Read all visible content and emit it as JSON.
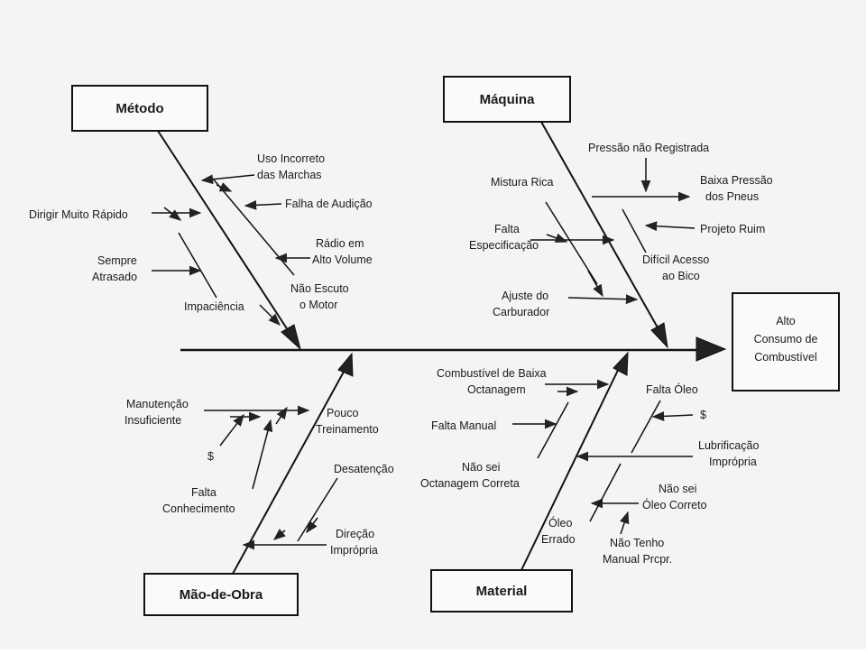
{
  "categories": {
    "metodo": "Método",
    "maquina": "Máquina",
    "mao_de_obra": "Mão-de-Obra",
    "material": "Material"
  },
  "effect": [
    "Alto",
    "Consumo de",
    "Combustível"
  ],
  "causes": {
    "metodo": {
      "uso_incorreto": [
        "Uso Incorreto",
        "das Marchas"
      ],
      "falha_audicao": "Falha de Audição",
      "dirigir_rapido": "Dirigir Muito Rápido",
      "radio": [
        "Rádio em",
        "Alto Volume"
      ],
      "sempre_atrasado": [
        "Sempre",
        "Atrasado"
      ],
      "nao_escuto": [
        "Não Escuto",
        "o Motor"
      ],
      "impaciencia": "Impaciência"
    },
    "maquina": {
      "pressao_nao_registrada": "Pressão não Registrada",
      "mistura_rica": "Mistura Rica",
      "baixa_pressao": [
        "Baixa Pressão",
        "dos Pneus"
      ],
      "projeto_ruim": "Projeto Ruim",
      "falta_especificacao": [
        "Falta",
        "Especificação"
      ],
      "dificil_acesso": [
        "Difícil Acesso",
        "ao Bico"
      ],
      "ajuste_carburador": [
        "Ajuste do",
        "Carburador"
      ]
    },
    "mao_de_obra": {
      "manutencao": [
        "Manutenção",
        "Insuficiente"
      ],
      "pouco_treinamento": [
        "Pouco",
        "Treinamento"
      ],
      "dollar": "$",
      "desatencao": "Desatenção",
      "falta_conhecimento": [
        "Falta",
        "Conhecimento"
      ],
      "direcao_impropria": [
        "Direção",
        "Imprópria"
      ]
    },
    "material": {
      "combustivel_baixa": [
        "Combustível de Baixa",
        "Octanagem"
      ],
      "falta_oleo": "Falta Óleo",
      "dollar": "$",
      "falta_manual": "Falta Manual",
      "lubrificacao": [
        "Lubrificação",
        "Imprópria"
      ],
      "nao_sei_octanagem": [
        "Não sei",
        "Octanagem Correta"
      ],
      "nao_sei_oleo": [
        "Não sei",
        "Óleo Correto"
      ],
      "oleo_errado": [
        "Óleo",
        "Errado"
      ],
      "nao_tenho_manual": [
        "Não Tenho",
        "Manual Prcpr."
      ]
    }
  }
}
